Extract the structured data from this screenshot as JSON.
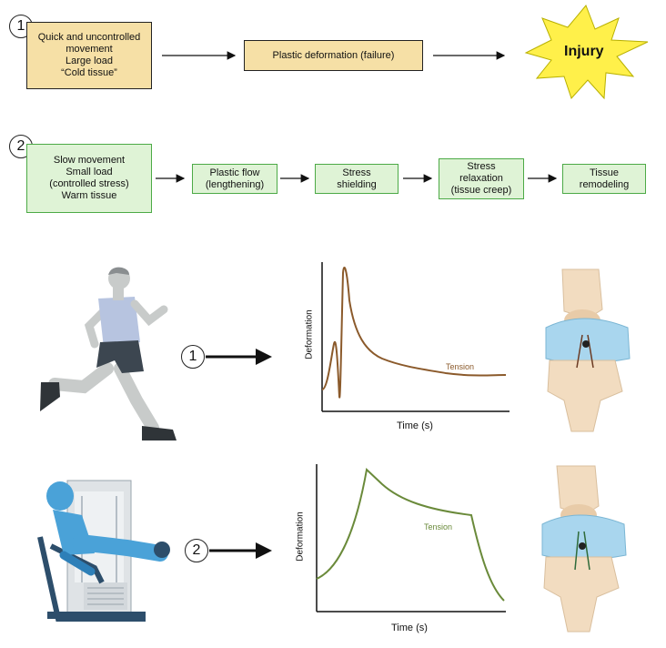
{
  "flow1": {
    "badge": "1",
    "box1": "Quick and uncontrolled\nmovement\nLarge load\n“Cold tissue”",
    "box2": "Plastic deformation (failure)",
    "outcome": "Injury"
  },
  "flow2": {
    "badge": "2",
    "box1": "Slow movement\nSmall load\n(controlled stress)\nWarm tissue",
    "box2": "Plastic flow\n(lengthening)",
    "box3": "Stress\nshielding",
    "box4": "Stress\nrelaxation\n(tissue creep)",
    "box5": "Tissue\nremodeling"
  },
  "scene1": {
    "badge": "1"
  },
  "scene2": {
    "badge": "2"
  },
  "chart_data": [
    {
      "type": "line",
      "xlabel": "Time (s)",
      "ylabel": "Deformation",
      "series": [
        {
          "name": "Tension",
          "color": "#8b5a2b"
        }
      ]
    },
    {
      "type": "line",
      "xlabel": "Time (s)",
      "ylabel": "Deformation",
      "series": [
        {
          "name": "Tension",
          "color": "#6a8a3a"
        }
      ]
    }
  ],
  "colors": {
    "tan_fill": "#f6e0a6",
    "green_fill": "#dff3d6",
    "green_border": "#4caa46",
    "injury_star": "#fff04a",
    "runner_skin": "#c8cbca",
    "runner_shirt": "#b7c4e0",
    "runner_shorts": "#3c4650",
    "machine_blue": "#4aa2d8",
    "knee_bone": "#f2dcc0",
    "knee_blue": "#a9d6ee"
  }
}
